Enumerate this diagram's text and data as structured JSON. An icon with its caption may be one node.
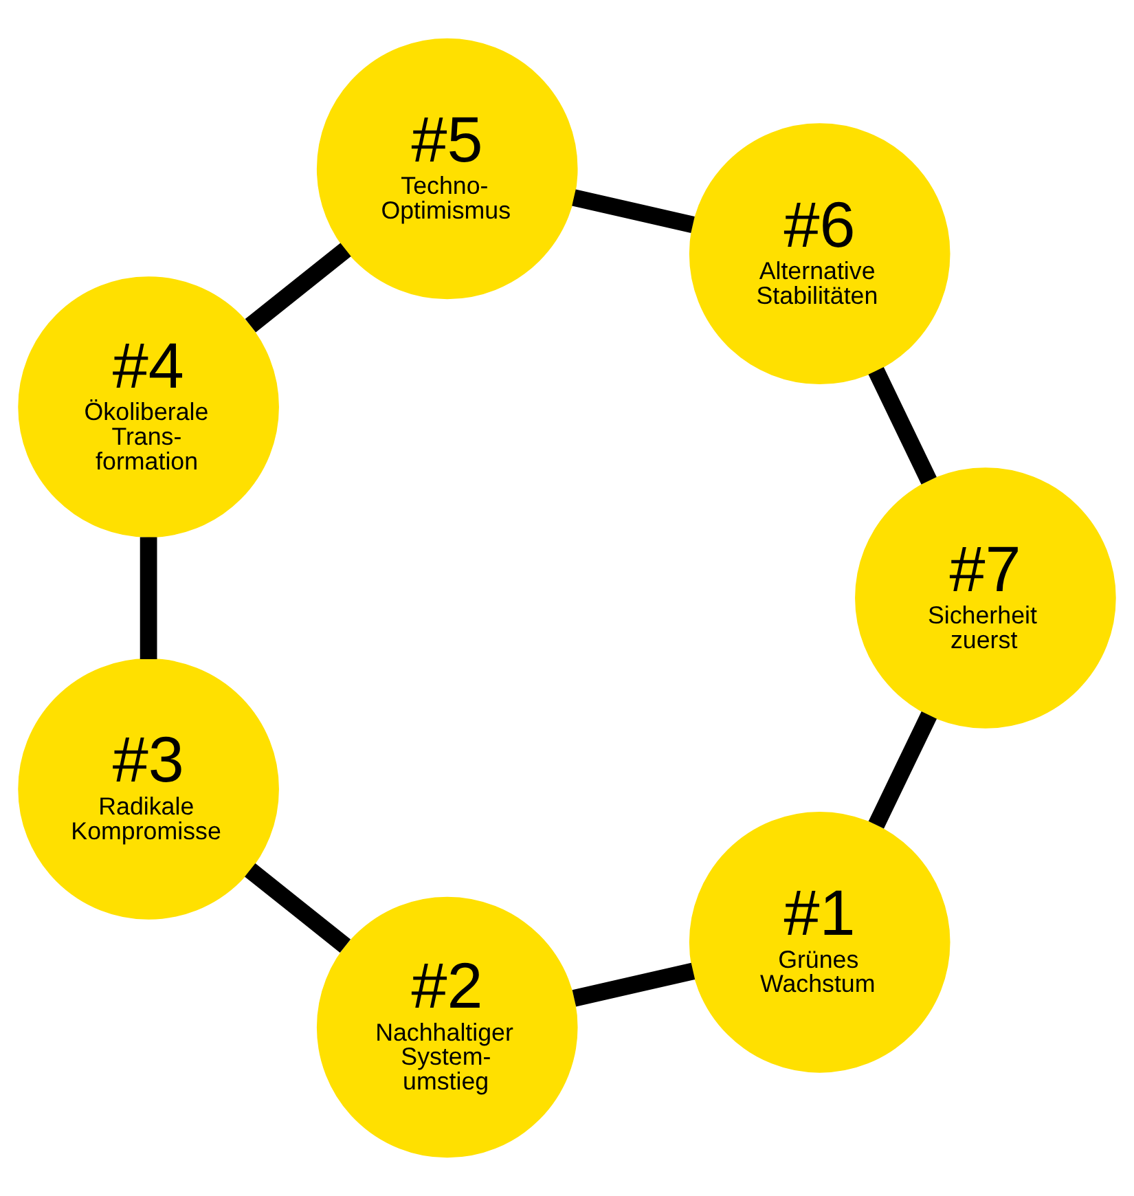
{
  "diagram": {
    "nodes": [
      {
        "text": [
          "#1",
          "Grünes Wachstum"
        ]
      },
      {
        "text": [
          "#2",
          "Nachhaltiger System- umstieg"
        ]
      },
      {
        "text": [
          "#3",
          "Radikale Kompromisse"
        ]
      },
      {
        "text": [
          "#4",
          "Ökoliberale Trans- formation"
        ]
      },
      {
        "text": [
          "#5",
          "Techno- Optimismus"
        ]
      },
      {
        "text": [
          "#6",
          "Alternative Stabilitäten"
        ]
      },
      {
        "text": [
          "#7",
          "Sicherheit zuerst"
        ]
      }
    ],
    "edges": [
      {
        "from": 0,
        "to": 1,
        "arrow": "none"
      },
      {
        "from": 1,
        "to": 2,
        "arrow": "none"
      },
      {
        "from": 2,
        "to": 3,
        "arrow": "none"
      },
      {
        "from": 3,
        "to": 4,
        "arrow": "none"
      },
      {
        "from": 4,
        "to": 5,
        "arrow": "none"
      },
      {
        "from": 5,
        "to": 6,
        "arrow": "none"
      },
      {
        "from": 6,
        "to": 0,
        "arrow": "none"
      }
    ]
  }
}
